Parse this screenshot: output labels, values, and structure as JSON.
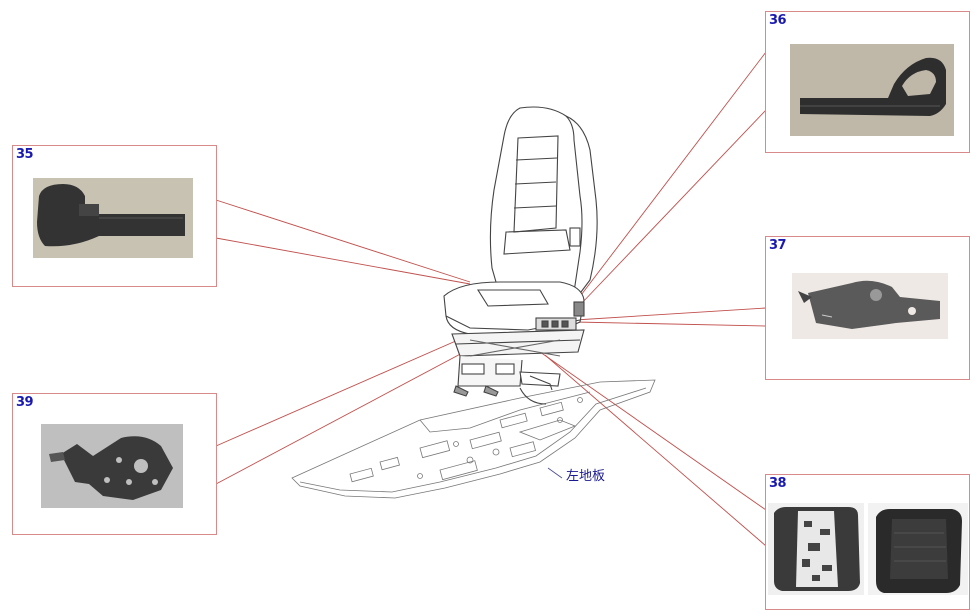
{
  "callouts": {
    "c35": {
      "number": "35"
    },
    "c36": {
      "number": "36"
    },
    "c37": {
      "number": "37"
    },
    "c38": {
      "number": "38"
    },
    "c39": {
      "number": "39"
    }
  },
  "labels": {
    "floor": "左地板"
  },
  "colors": {
    "leader_line": "#c0504d",
    "callout_border": "#d88a8a",
    "callout_number": "#1a1ab0",
    "drawing_line": "#555555",
    "floor_label": "#1a1a90"
  }
}
